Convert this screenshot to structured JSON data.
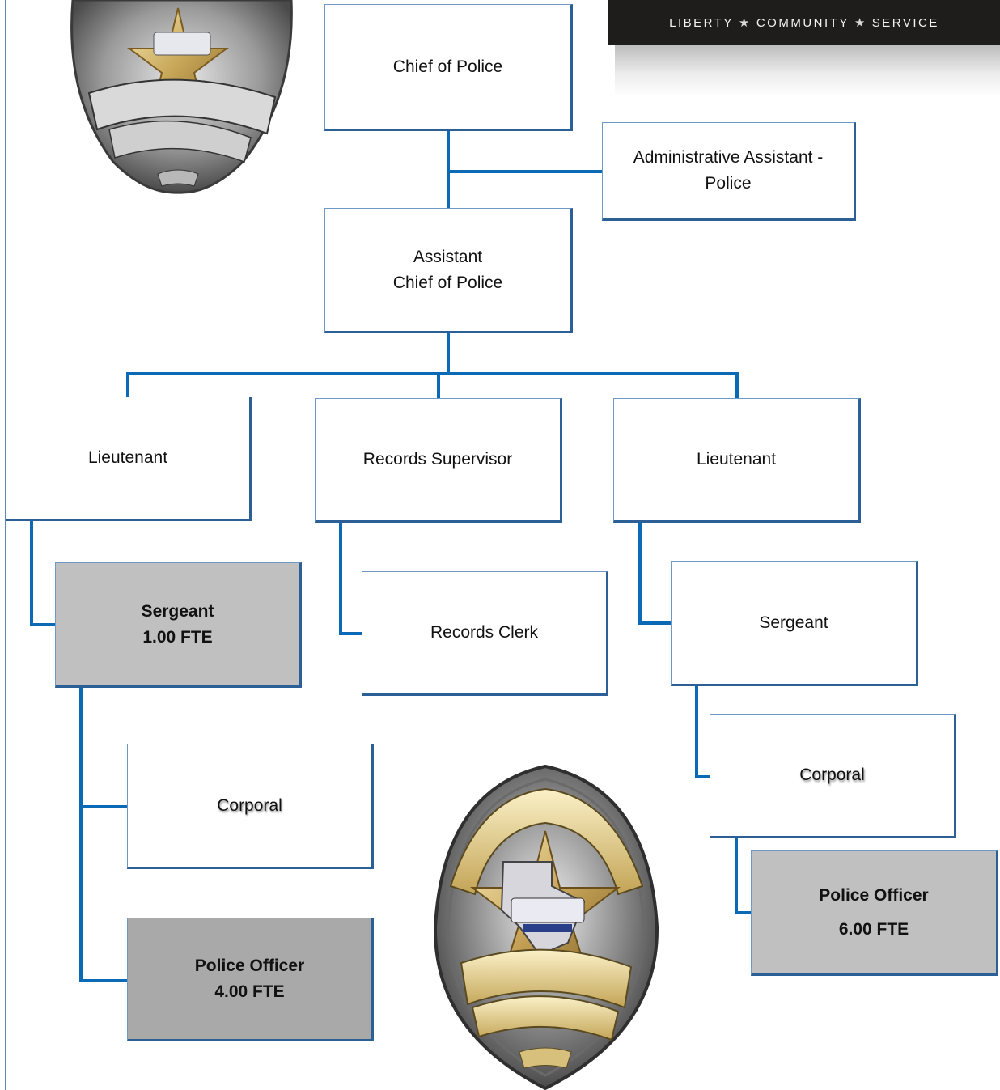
{
  "banner": {
    "words": [
      "LIBERTY",
      "COMMUNITY",
      "SERVICE"
    ],
    "star": "★"
  },
  "badges": {
    "top": {
      "icon": "police-badge-icon"
    },
    "bottom": {
      "icon": "officer-badge-icon"
    }
  },
  "colors": {
    "connector": "#0a6ab5",
    "box_border": "#2c5f95",
    "fte_fill": "#c0c0c0",
    "fte_fill_dark": "#a9a9a9",
    "banner_bg": "#1f1c1c"
  },
  "org": {
    "chief": {
      "line1": "Chief of Police"
    },
    "admin_assistant": {
      "line1": "Administrative Assistant -",
      "line2": "Police"
    },
    "assistant_chief": {
      "line1": "Assistant",
      "line2": "Chief of Police"
    },
    "lieutenant_left": {
      "line1": "Lieutenant"
    },
    "records_supervisor": {
      "line1": "Records Supervisor"
    },
    "lieutenant_right": {
      "line1": "Lieutenant"
    },
    "sergeant_left": {
      "line1": "Sergeant",
      "line2": "1.00 FTE"
    },
    "records_clerk": {
      "line1": "Records Clerk"
    },
    "sergeant_right": {
      "line1": "Sergeant"
    },
    "corporal_left": {
      "line1": "Corporal"
    },
    "police_officer_left": {
      "line1": "Police Officer",
      "line2": "4.00 FTE"
    },
    "corporal_right": {
      "line1": "Corporal"
    },
    "police_officer_right": {
      "line1": "Police Officer",
      "line2": "6.00 FTE"
    }
  }
}
